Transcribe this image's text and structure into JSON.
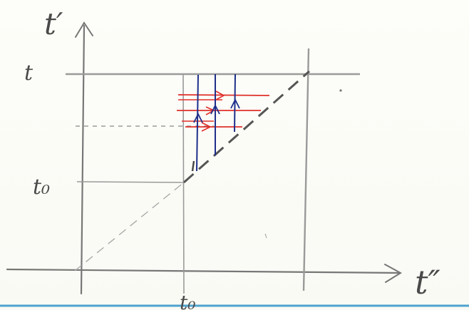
{
  "axes": {
    "x_label": "t″",
    "y_label": "t′"
  },
  "ticks": {
    "y_t": "t",
    "y_t0": "t₀",
    "x_t0": "t₀"
  },
  "colors": {
    "pencil": "#8a8a8a",
    "pencil_dark": "#555555",
    "red": "#e0302a",
    "blue": "#1e2f8a",
    "paper_rule": "#4fa3cf"
  }
}
